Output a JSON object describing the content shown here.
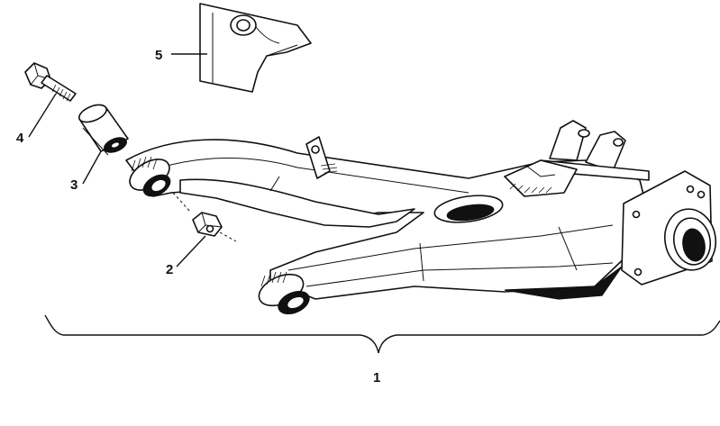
{
  "diagram": {
    "callouts": [
      {
        "id": "1",
        "label": "1"
      },
      {
        "id": "2",
        "label": "2"
      },
      {
        "id": "3",
        "label": "3"
      },
      {
        "id": "4",
        "label": "4"
      },
      {
        "id": "5",
        "label": "5"
      }
    ],
    "ink_color": "#111111",
    "background": "#ffffff"
  }
}
